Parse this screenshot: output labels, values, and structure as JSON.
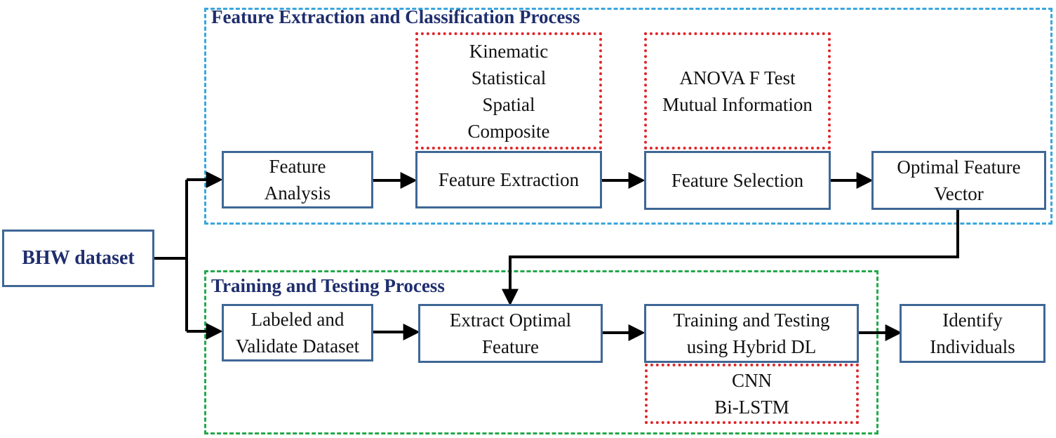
{
  "regions": {
    "feature": {
      "title": "Feature Extraction and Classification Process",
      "color": "#3aa6dc"
    },
    "training": {
      "title": "Training and Testing Process",
      "color": "#24a84a"
    }
  },
  "nodes": {
    "bhw": {
      "label": "BHW dataset"
    },
    "feature_analysis": {
      "lines": [
        "Feature",
        "Analysis"
      ]
    },
    "feature_extraction": {
      "lines": [
        "Feature Extraction"
      ]
    },
    "feature_selection": {
      "lines": [
        "Feature Selection"
      ]
    },
    "optimal_vector": {
      "lines": [
        "Optimal Feature",
        "Vector"
      ]
    },
    "labeled_dataset": {
      "lines": [
        "Labeled and",
        "Validate Dataset"
      ]
    },
    "extract_optimal": {
      "lines": [
        "Extract Optimal",
        "Feature"
      ]
    },
    "training_testing": {
      "lines": [
        "Training and Testing",
        "using Hybrid DL"
      ]
    },
    "identify": {
      "lines": [
        "Identify",
        "Individuals"
      ]
    }
  },
  "annotations": {
    "extraction_types": [
      "Kinematic",
      "Statistical",
      "Spatial",
      "Composite"
    ],
    "selection_methods": [
      "ANOVA F Test",
      "Mutual Information"
    ],
    "dl_models": [
      "CNN",
      "Bi-LSTM"
    ]
  },
  "colors": {
    "box_border": "#3f6795",
    "annotation_border": "#e0262b",
    "title_text": "#1f2e6d",
    "arrow": "#000000"
  }
}
